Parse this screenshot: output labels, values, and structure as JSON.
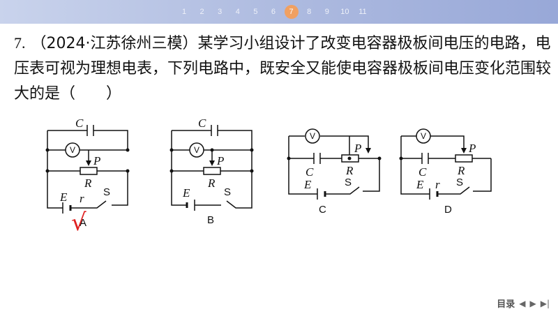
{
  "pager": {
    "pages": [
      "1",
      "2",
      "3",
      "4",
      "5",
      "6",
      "7",
      "8",
      "9",
      "10",
      "11"
    ],
    "current": "7"
  },
  "question": {
    "number": "7.",
    "text": "（2024·江苏徐州三模）某学习小组设计了改变电容器极板间电压的电路，电压表可视为理想电表，下列电路中，既安全又能使电容器极板间电压变化范围较大的是（　　）"
  },
  "symbols": {
    "capacitor": "C",
    "voltmeter": "V",
    "slider": "P",
    "rheostat": "R",
    "emf": "E",
    "internal_resistance": "r",
    "switch": "S"
  },
  "options": [
    "A",
    "B",
    "C",
    "D"
  ],
  "mark": {
    "symbol": "√",
    "color": "#e02020",
    "on_option": "A"
  },
  "nav": {
    "label": "目录",
    "prev": "◀",
    "next": "▶",
    "last": "▶|"
  },
  "colors": {
    "topbar": "#aebbe0",
    "active_page": "#f0a062"
  }
}
